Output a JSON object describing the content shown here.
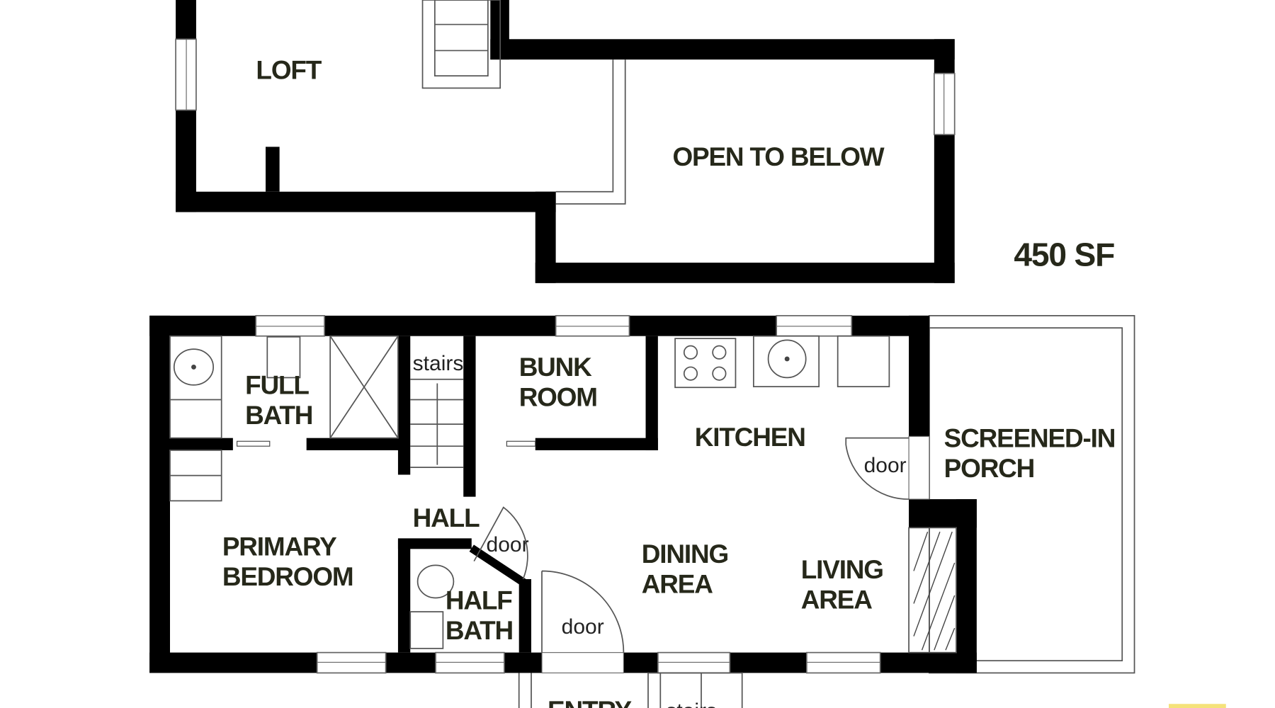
{
  "upper_floor": {
    "rooms": {
      "loft": "LOFT",
      "open_to_below": "OPEN TO BELOW"
    },
    "area": "450 SF"
  },
  "lower_floor": {
    "rooms": {
      "full_bath": [
        "FULL",
        "BATH"
      ],
      "bunk_room": [
        "BUNK",
        "ROOM"
      ],
      "kitchen": "KITCHEN",
      "screened_porch": [
        "SCREENED-IN",
        "PORCH"
      ],
      "hall": "HALL",
      "primary_bedroom": [
        "PRIMARY",
        "BEDROOM"
      ],
      "half_bath": [
        "HALF",
        "BATH"
      ],
      "dining_area": [
        "DINING",
        "AREA"
      ],
      "living_area": [
        "LIVING",
        "AREA"
      ],
      "entry": "ENTRY"
    },
    "annotations": {
      "stairs_interior": "stairs",
      "stairs_entry": "stairs",
      "door_kitchen": "door",
      "door_hall": "door",
      "door_entry": "door"
    }
  },
  "colors": {
    "wall": "#000000",
    "label": "#26281a",
    "accent": "#f5e27a"
  }
}
